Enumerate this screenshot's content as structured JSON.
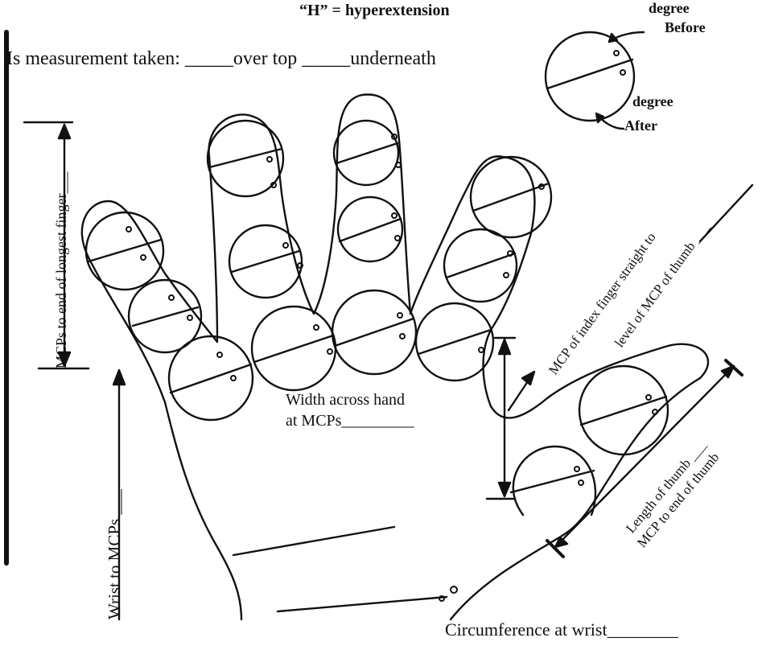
{
  "header": {
    "hyperextension_note": "“H” = hyperextension",
    "measurement_question": "Is measurement taken: _____over top  _____underneath"
  },
  "goniometer": {
    "degree_before_top": "degree",
    "before_label": "Before",
    "degree_after_top": "degree",
    "after_label": "After"
  },
  "labels": {
    "mcp_to_longest": "MCPs to end of longest finger___",
    "wrist_to_mcps": "Wrist to MCPs ___",
    "index_to_thumb_line1": "MCP of index finger straight to",
    "index_to_thumb_line2": "level of MCP of thumb ___",
    "width_line1": "Width across hand",
    "width_line2": "at MCPs_________",
    "thumb_line1": "Length of thumb ___",
    "thumb_line2": "MCP to end of thumb",
    "circumference": "Circumference at wrist________"
  }
}
